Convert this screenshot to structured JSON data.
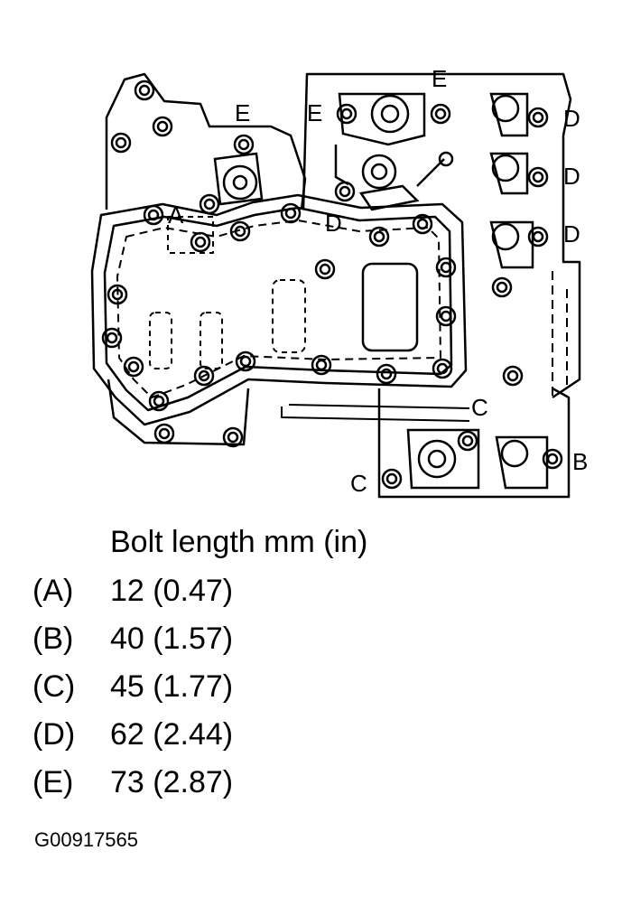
{
  "callouts": {
    "a": "A",
    "b": "B",
    "c1": "C",
    "c2": "C",
    "d1": "D",
    "d2": "D",
    "d3": "D",
    "d4": "D",
    "e1": "E",
    "e2": "E",
    "e3": "E"
  },
  "legend": {
    "title": "Bolt length mm (in)",
    "rows": [
      {
        "code": "(A)",
        "value": "12 (0.47)"
      },
      {
        "code": "(B)",
        "value": "40 (1.57)"
      },
      {
        "code": "(C)",
        "value": "45 (1.77)"
      },
      {
        "code": "(D)",
        "value": "62 (2.44)"
      },
      {
        "code": "(E)",
        "value": "73 (2.87)"
      }
    ]
  },
  "figure_id": "G00917565",
  "colors": {
    "ink": "#000000",
    "background": "#ffffff"
  }
}
